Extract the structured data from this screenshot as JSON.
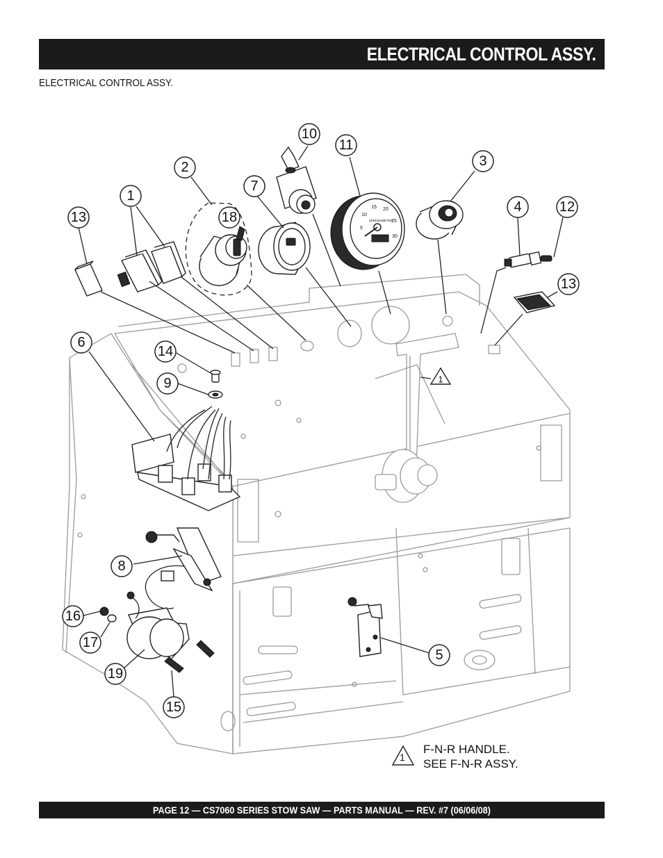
{
  "header": {
    "title": "ELECTRICAL CONTROL ASSY."
  },
  "subtitle": "ELECTRICAL CONTROL ASSY.",
  "callouts": {
    "c1": "1",
    "c2": "2",
    "c3": "3",
    "c4": "4",
    "c5": "5",
    "c6": "6",
    "c7": "7",
    "c8": "8",
    "c9": "9",
    "c10": "10",
    "c11": "11",
    "c12": "12",
    "c13a": "13",
    "c13b": "13",
    "c14": "14",
    "c15": "15",
    "c16": "16",
    "c17": "17",
    "c18": "18",
    "c19": "19"
  },
  "gauge": {
    "ticks": [
      "5",
      "10",
      "15",
      "20",
      "25",
      "30"
    ],
    "brand": "SPEEDOMETER"
  },
  "handle_marker": "1",
  "note": {
    "marker": "1",
    "line1": "F-N-R HANDLE.",
    "line2": "SEE F-N-R ASSY."
  },
  "footer": {
    "text": "PAGE 12 — CS7060 SERIES STOW SAW — PARTS MANUAL — REV. #7 (06/06/08)"
  },
  "colors": {
    "bar": "#1b1b1b",
    "line": "#222222",
    "faint": "#9a9a9a",
    "fill_dark": "#2a2a2a"
  }
}
